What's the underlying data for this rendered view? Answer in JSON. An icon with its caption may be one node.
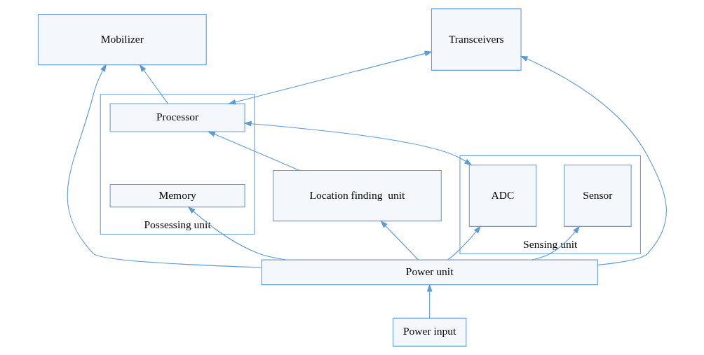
{
  "diagram": {
    "nodes": [
      {
        "text": [
          "Location finding  unit"
        ]
      },
      {
        "text": [
          "Mobilizer"
        ]
      },
      {
        "text": [
          "Sensing unit"
        ]
      },
      {
        "text": [
          "Sensor"
        ],
        "in": 2
      },
      {
        "text": [
          "ADC"
        ],
        "in": 2
      },
      {
        "text": [
          "Possessing unit"
        ]
      },
      {
        "text": [
          "Processor"
        ],
        "in": 5
      },
      {
        "text": [
          "Memory"
        ],
        "in": 5
      },
      {
        "text": [
          "Transceivers"
        ]
      },
      {
        "text": [
          "Power unit"
        ]
      },
      {
        "text": [
          "Power input"
        ]
      }
    ],
    "edges": [
      {
        "from": 9,
        "to": 0,
        "arrow": "to"
      },
      {
        "from": 9,
        "to": 3,
        "arrow": "to"
      },
      {
        "from": 9,
        "to": 4,
        "arrow": "to"
      },
      {
        "from": 9,
        "to": 7,
        "arrow": "to"
      },
      {
        "from": 9,
        "to": 8,
        "arrow": "to"
      },
      {
        "from": 9,
        "to": 1,
        "arrow": "to"
      },
      {
        "from": 10,
        "to": 9,
        "arrow": "to"
      },
      {
        "from": 0,
        "to": 6,
        "arrow": "to"
      },
      {
        "from": 4,
        "to": 6,
        "arrow": "both"
      },
      {
        "from": 6,
        "to": 8,
        "arrow": "both"
      },
      {
        "from": 6,
        "to": 1,
        "arrow": "to"
      }
    ]
  }
}
